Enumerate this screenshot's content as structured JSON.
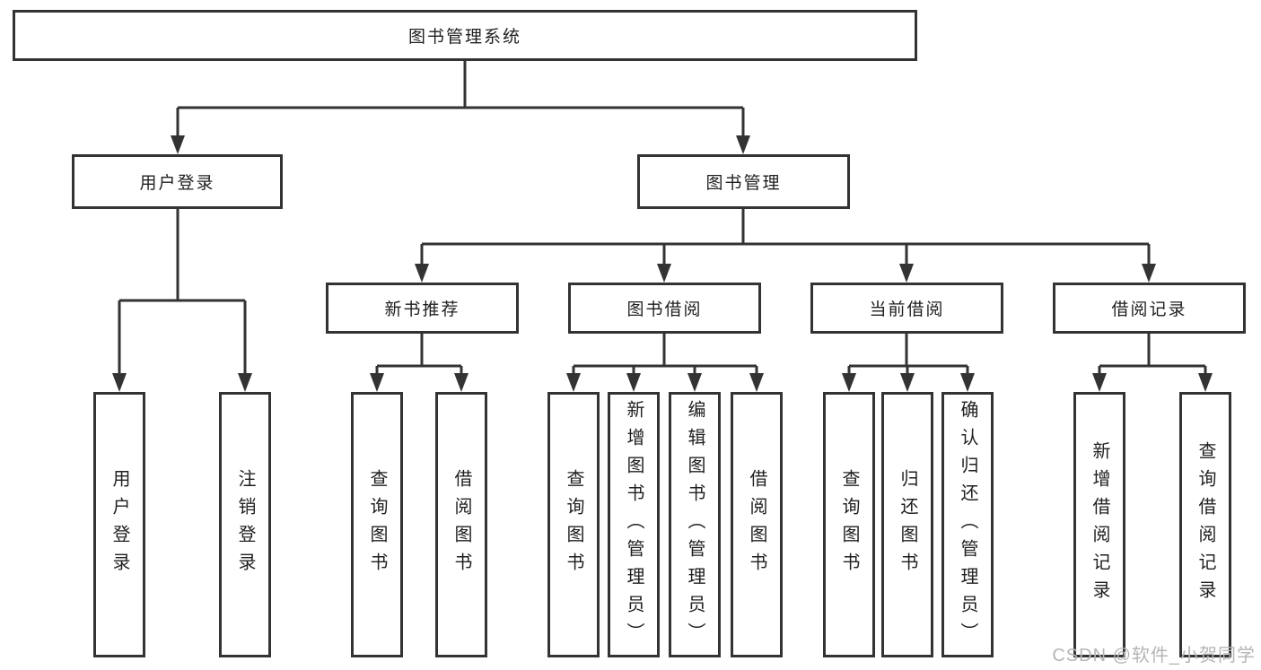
{
  "title": "图书管理系统",
  "watermark": {
    "text": "CSDN @软件_小贺同学"
  },
  "colors": {
    "line": "#333333",
    "box_border": "#333333",
    "box_fill": "#ffffff",
    "text": "#1f1f1f",
    "watermark": "#b5b5b5",
    "background": "#ffffff"
  },
  "tree": {
    "root": {
      "label": "图书管理系统"
    },
    "branches": [
      {
        "label": "用户登录",
        "children": [
          {
            "label": "用户登录"
          },
          {
            "label": "注销登录"
          }
        ]
      },
      {
        "label": "图书管理",
        "children": [
          {
            "label": "新书推荐",
            "children": [
              {
                "label": "查询图书"
              },
              {
                "label": "借阅图书"
              }
            ]
          },
          {
            "label": "图书借阅",
            "children": [
              {
                "label": "查询图书"
              },
              {
                "label": "新增图书（管理员）"
              },
              {
                "label": "编辑图书（管理员）"
              },
              {
                "label": "借阅图书"
              }
            ]
          },
          {
            "label": "当前借阅",
            "children": [
              {
                "label": "查询图书"
              },
              {
                "label": "归还图书"
              },
              {
                "label": "确认归还（管理员）"
              }
            ]
          },
          {
            "label": "借阅记录",
            "children": [
              {
                "label": "新增借阅记录"
              },
              {
                "label": "查询借阅记录"
              }
            ]
          }
        ]
      }
    ]
  }
}
